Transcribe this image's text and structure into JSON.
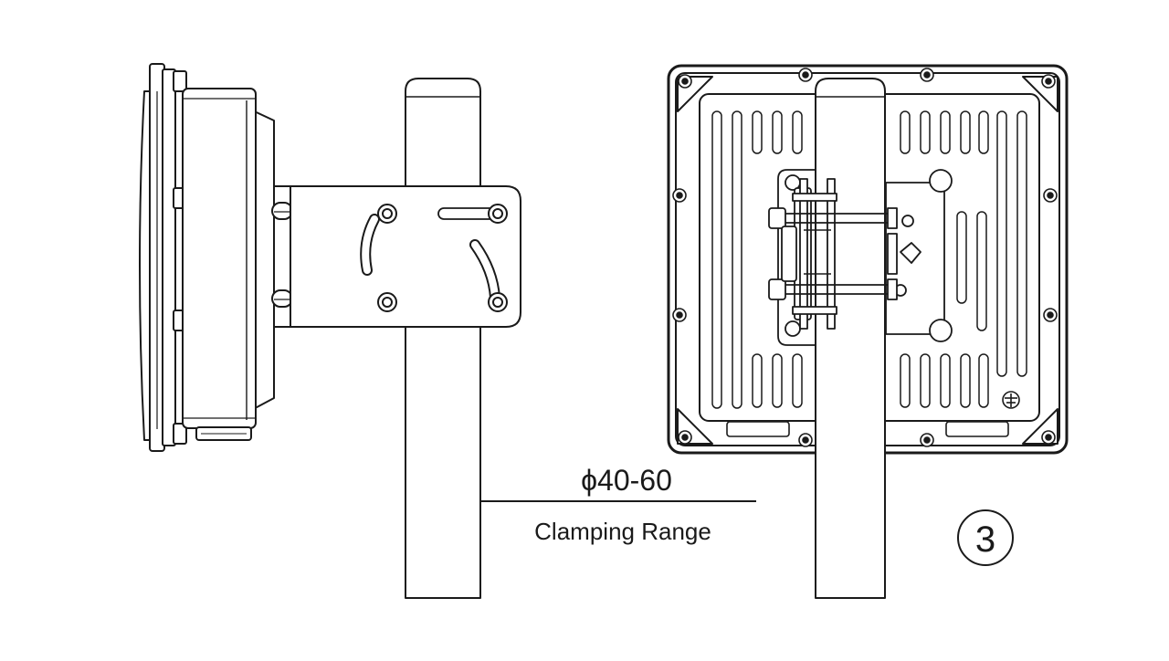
{
  "dimension": {
    "value": "ϕ40-60",
    "caption": "Clamping Range"
  },
  "step_badge": {
    "number": "3"
  },
  "colors": {
    "line": "#1a1a1a",
    "background": "#ffffff"
  }
}
